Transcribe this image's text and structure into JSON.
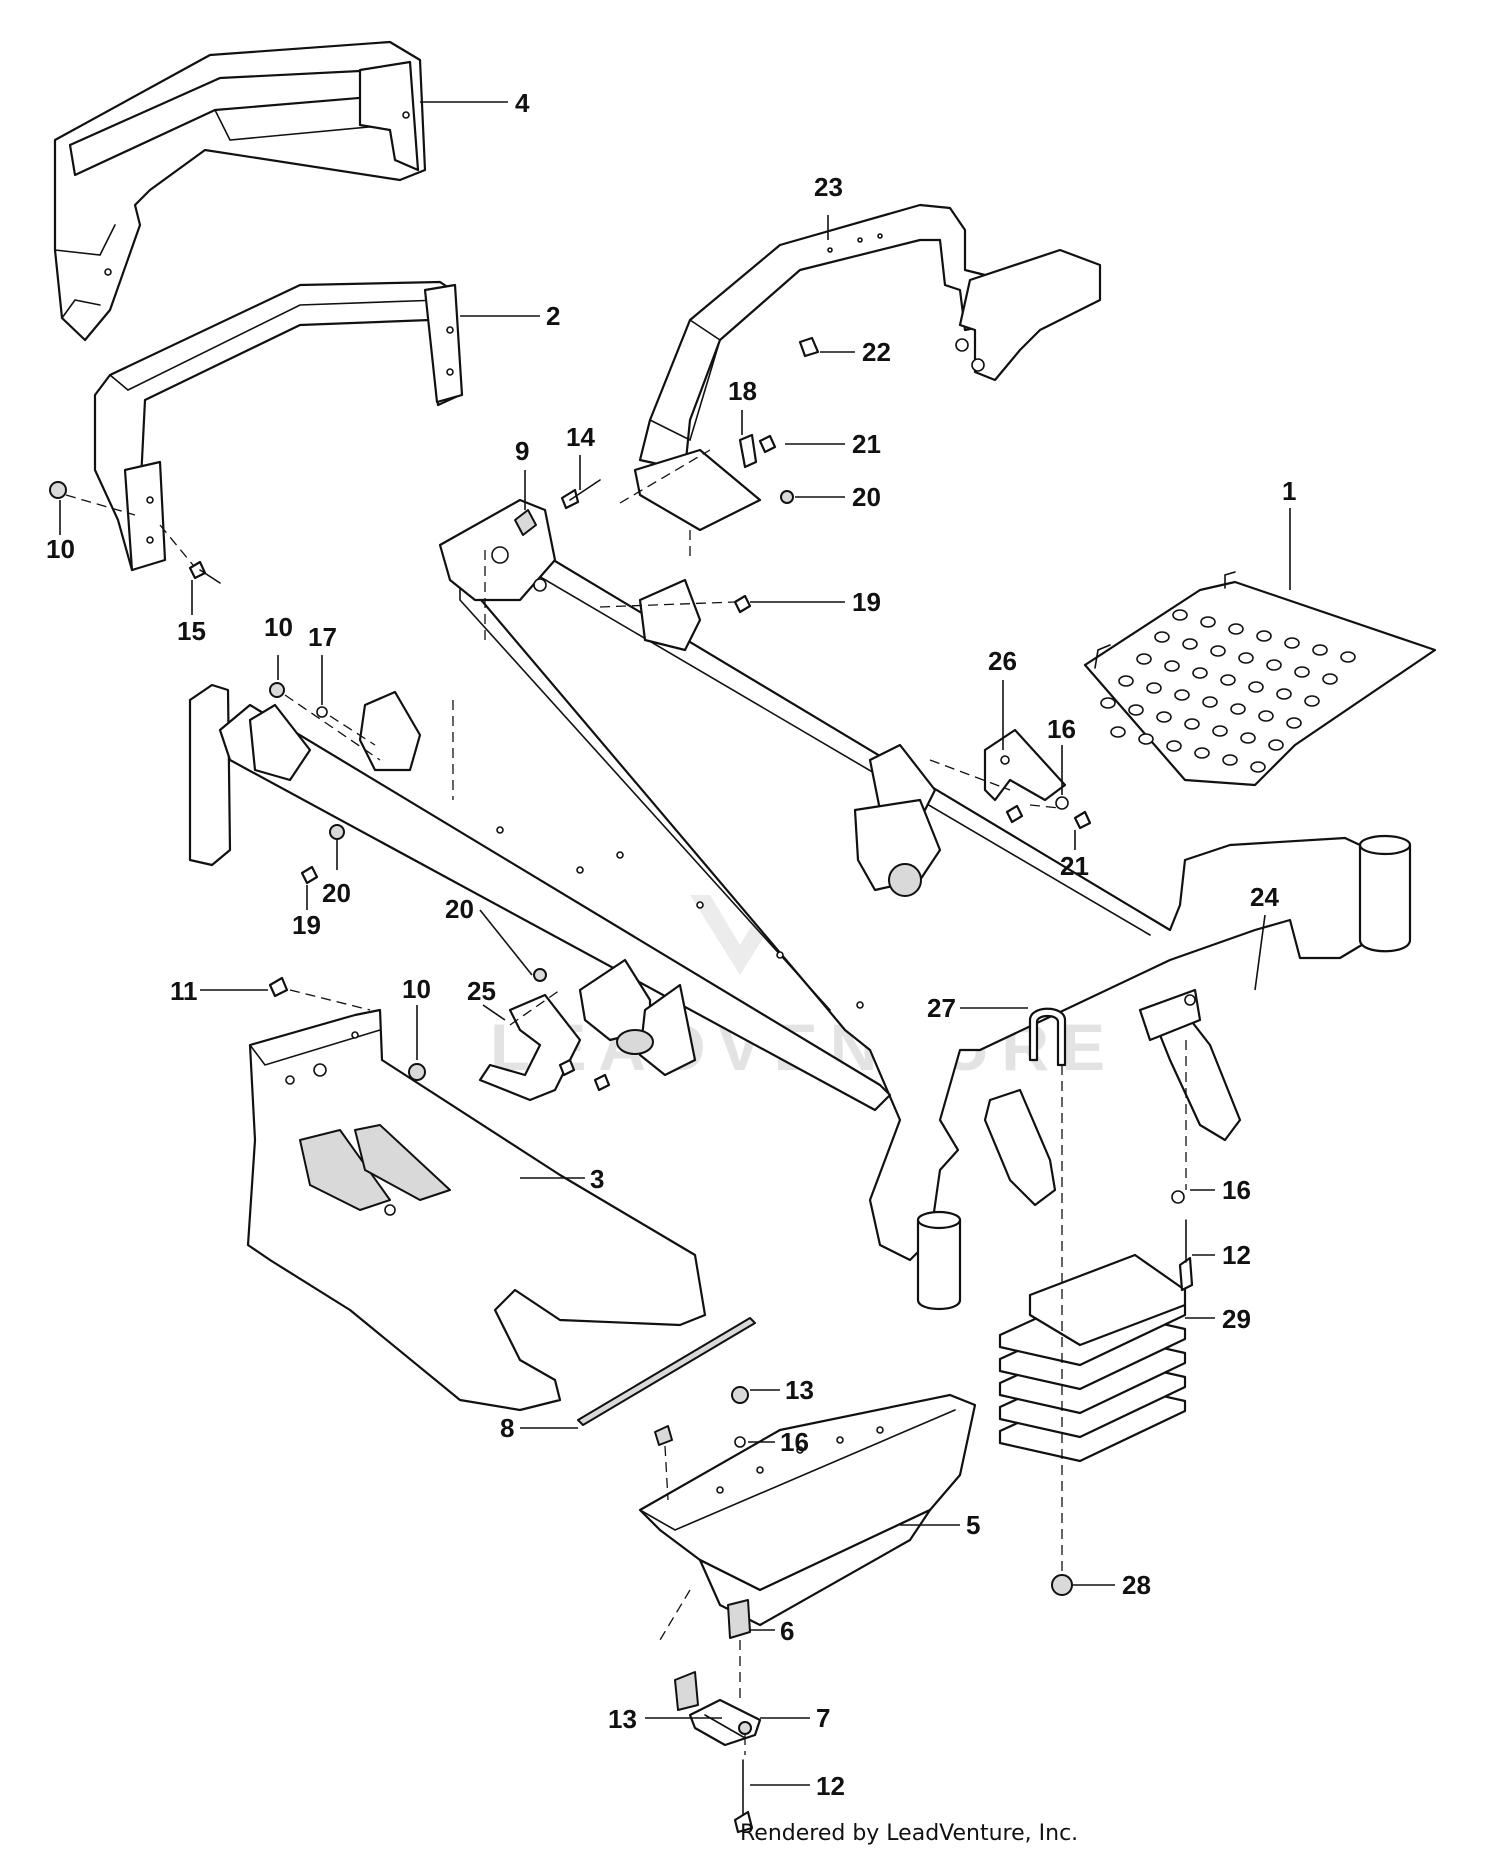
{
  "footer": {
    "credit": "Rendered by LeadVenture, Inc."
  },
  "watermark": {
    "text": "LEADVENTURE"
  },
  "callouts": {
    "c1": "1",
    "c2": "2",
    "c3": "3",
    "c4": "4",
    "c5": "5",
    "c6": "6",
    "c7": "7",
    "c8": "8",
    "c9": "9",
    "c10a": "10",
    "c10b": "10",
    "c10c": "10",
    "c11": "11",
    "c12a": "12",
    "c12b": "12",
    "c13a": "13",
    "c13b": "13",
    "c14": "14",
    "c15": "15",
    "c16a": "16",
    "c16b": "16",
    "c16c": "16",
    "c17": "17",
    "c18": "18",
    "c19a": "19",
    "c19b": "19",
    "c20a": "20",
    "c20b": "20",
    "c20c": "20",
    "c21a": "21",
    "c21b": "21",
    "c22": "22",
    "c23": "23",
    "c24": "24",
    "c25": "25",
    "c26": "26",
    "c27": "27",
    "c28": "28",
    "c29": "29"
  }
}
